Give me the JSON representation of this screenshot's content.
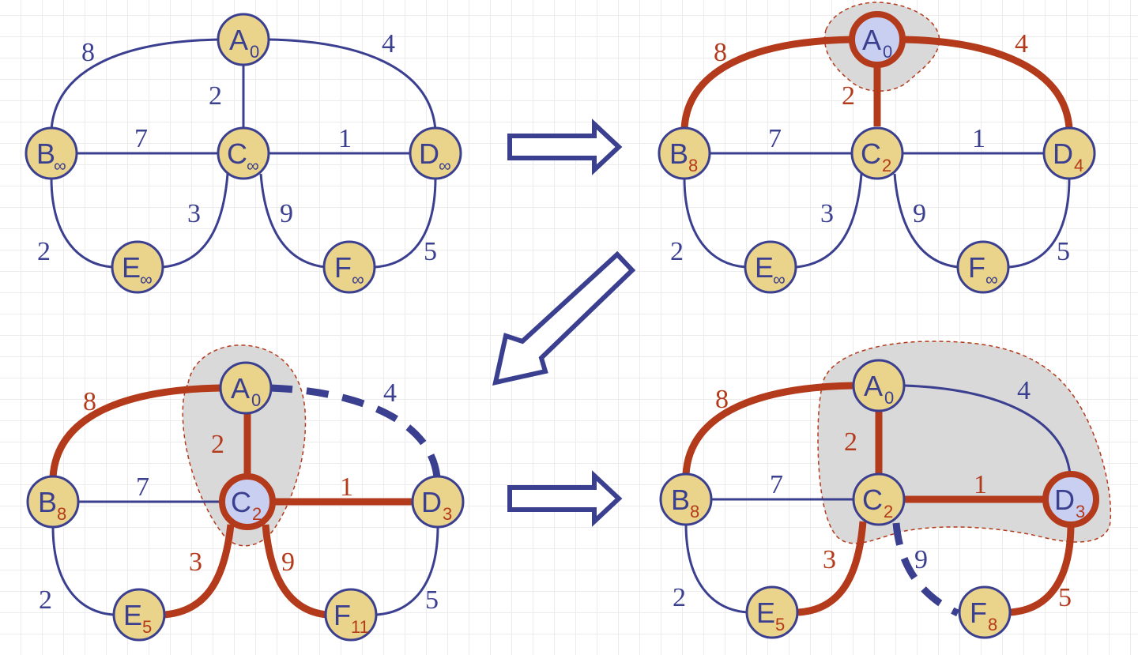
{
  "colors": {
    "plain_edge": "#3b3f8f",
    "tree_edge": "#b33a1b",
    "node_fill": "#ead38a",
    "node_current_fill": "#c9cff0",
    "node_stroke": "#3b3f8f",
    "cloud_fill": "#d9d9d9",
    "cloud_stroke": "#b33a1b",
    "arrow_stroke": "#3b3f8f"
  },
  "panels": [
    {
      "nodes": [
        {
          "letter": "A",
          "distance": "0"
        },
        {
          "letter": "B",
          "distance": "∞"
        },
        {
          "letter": "C",
          "distance": "∞"
        },
        {
          "letter": "D",
          "distance": "∞"
        },
        {
          "letter": "E",
          "distance": "∞"
        },
        {
          "letter": "F",
          "distance": "∞"
        }
      ],
      "weights": {
        "AB": "8",
        "AC": "2",
        "AD": "4",
        "BC": "7",
        "CD": "1",
        "BE": "2",
        "CE": "3",
        "CF": "9",
        "DF": "5"
      }
    },
    {
      "nodes": [
        {
          "letter": "A",
          "distance": "0"
        },
        {
          "letter": "B",
          "distance": "8"
        },
        {
          "letter": "C",
          "distance": "2"
        },
        {
          "letter": "D",
          "distance": "4"
        },
        {
          "letter": "E",
          "distance": "∞"
        },
        {
          "letter": "F",
          "distance": "∞"
        }
      ],
      "weights": {
        "AB": "8",
        "AC": "2",
        "AD": "4",
        "BC": "7",
        "CD": "1",
        "BE": "2",
        "CE": "3",
        "CF": "9",
        "DF": "5"
      }
    },
    {
      "nodes": [
        {
          "letter": "A",
          "distance": "0"
        },
        {
          "letter": "B",
          "distance": "8"
        },
        {
          "letter": "C",
          "distance": "2"
        },
        {
          "letter": "D",
          "distance": "3"
        },
        {
          "letter": "E",
          "distance": "5"
        },
        {
          "letter": "F",
          "distance": "11"
        }
      ],
      "weights": {
        "AB": "8",
        "AC": "2",
        "AD": "4",
        "BC": "7",
        "CD": "1",
        "BE": "2",
        "CE": "3",
        "CF": "9",
        "DF": "5"
      }
    },
    {
      "nodes": [
        {
          "letter": "A",
          "distance": "0"
        },
        {
          "letter": "B",
          "distance": "8"
        },
        {
          "letter": "C",
          "distance": "2"
        },
        {
          "letter": "D",
          "distance": "3"
        },
        {
          "letter": "E",
          "distance": "5"
        },
        {
          "letter": "F",
          "distance": "8"
        }
      ],
      "weights": {
        "AB": "8",
        "AC": "2",
        "AD": "4",
        "BC": "7",
        "CD": "1",
        "BE": "2",
        "CE": "3",
        "CF": "9",
        "DF": "5"
      }
    }
  ]
}
